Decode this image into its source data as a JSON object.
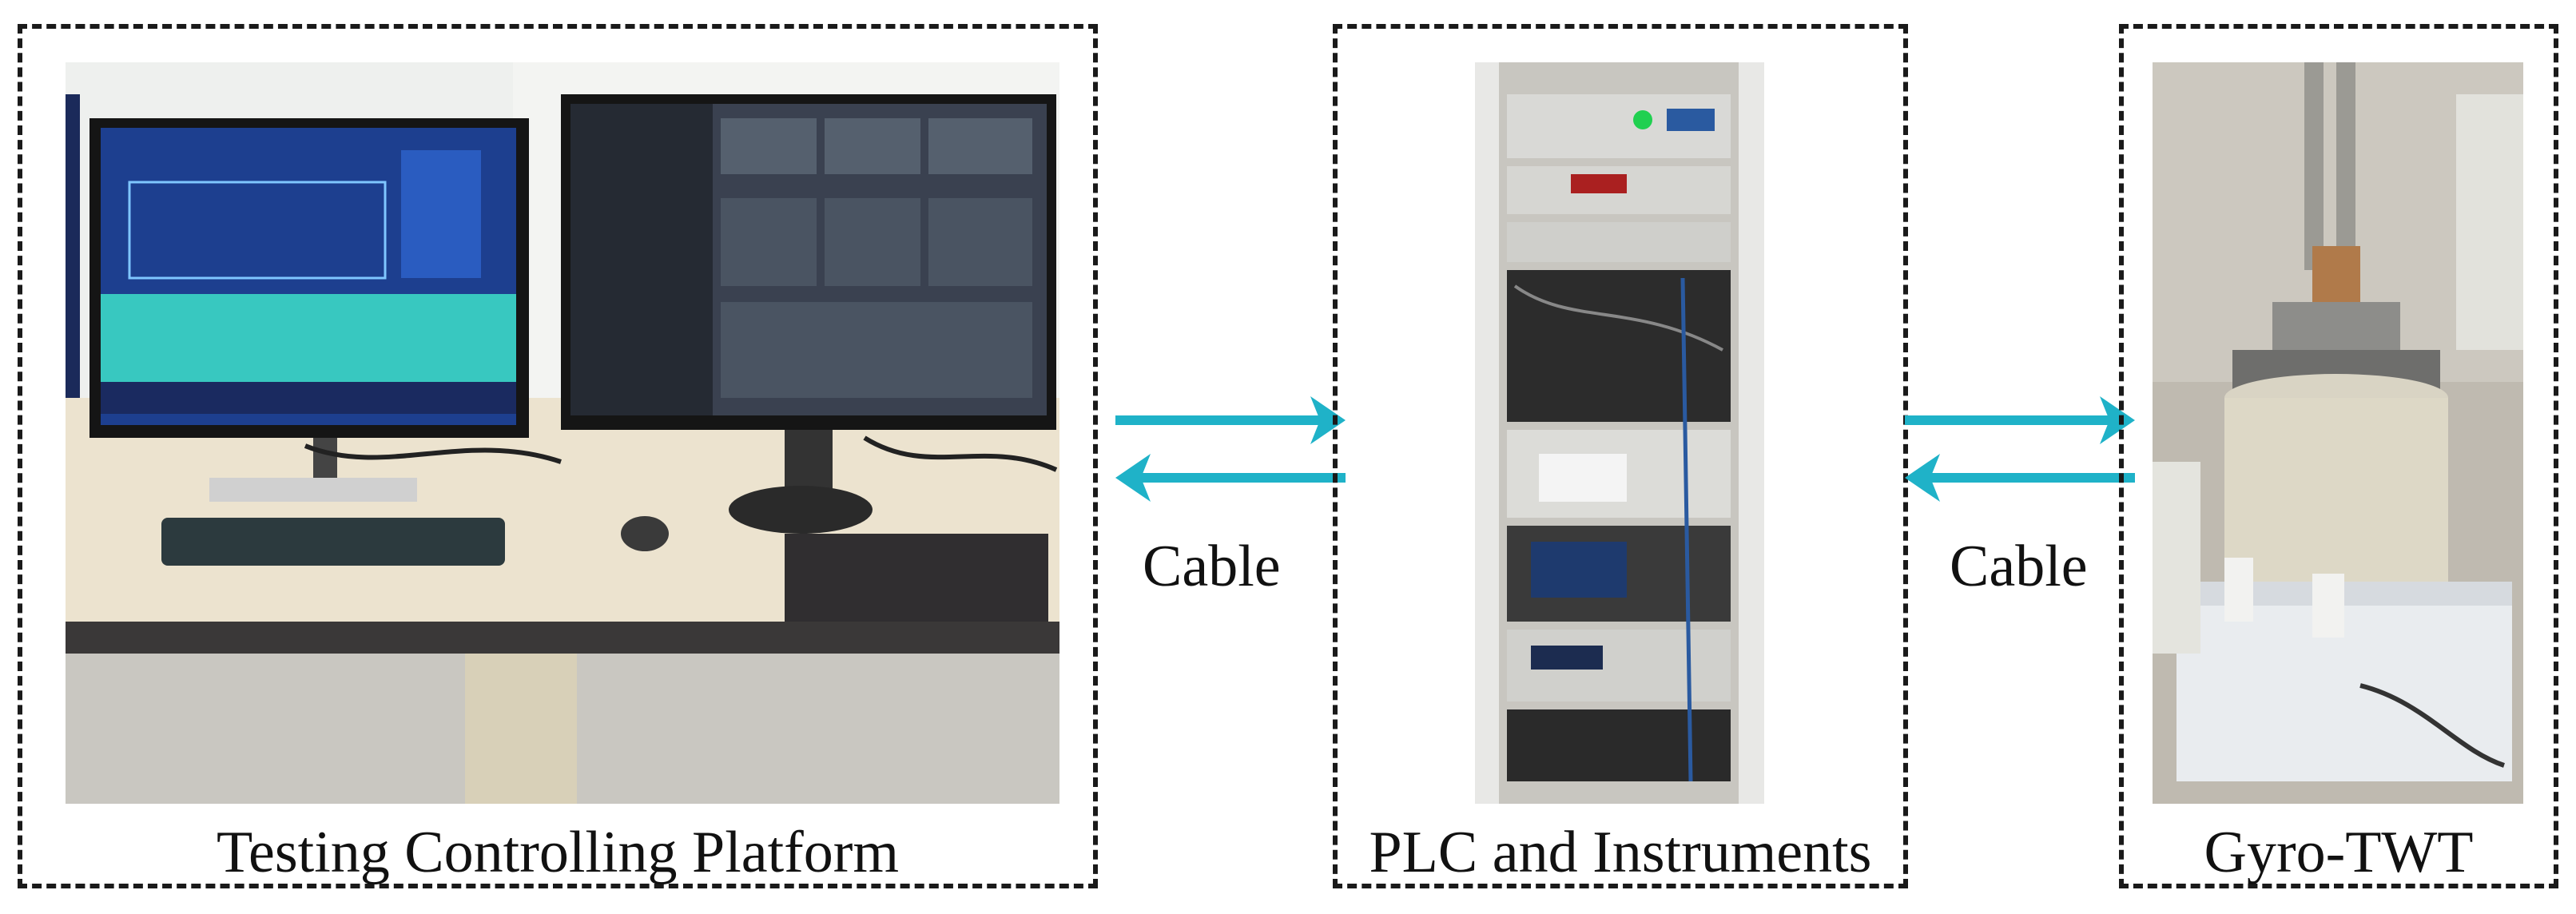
{
  "panels": {
    "platform": {
      "caption": "Testing Controlling Platform"
    },
    "plc": {
      "caption": "PLC and Instruments"
    },
    "gyro": {
      "caption": "Gyro-TWT"
    }
  },
  "links": [
    {
      "label": "Cable"
    },
    {
      "label": "Cable"
    }
  ],
  "colors": {
    "arrow": "#1fb2c8",
    "border": "#1a1a1a"
  }
}
